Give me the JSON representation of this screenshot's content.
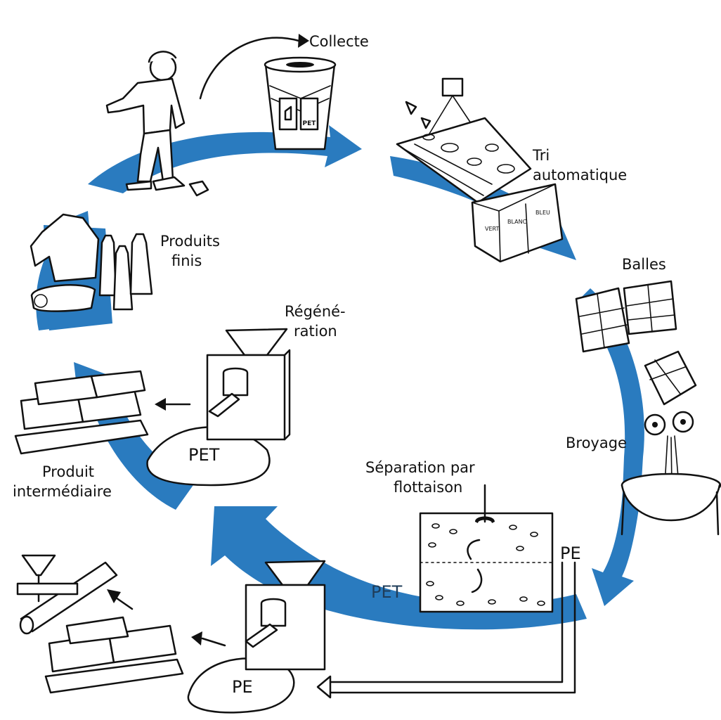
{
  "colors": {
    "arrow_blue": "#2a7bbf",
    "ink": "#111111",
    "background": "#ffffff"
  },
  "stages": {
    "collecte": "Collecte",
    "tri_line1": "Tri",
    "tri_line2": "automatique",
    "balles": "Balles",
    "broyage": "Broyage",
    "separation_line1": "Séparation par",
    "separation_line2": "flottaison",
    "regeneration_line1": "Régéné-",
    "regeneration_line2": "ration",
    "produits_line1": "Produits",
    "produits_line2": "finis",
    "intermediaire_line1": "Produit",
    "intermediaire_line2": "intermédiaire"
  },
  "materials": {
    "pet_pile": "PET",
    "pe_pile": "PE",
    "pe_outlet": "PE",
    "pet_layer": "PET"
  },
  "bin_labels": {
    "pet": "PET"
  },
  "sort_bins": [
    "VERT",
    "BLANC",
    "BLEU"
  ]
}
